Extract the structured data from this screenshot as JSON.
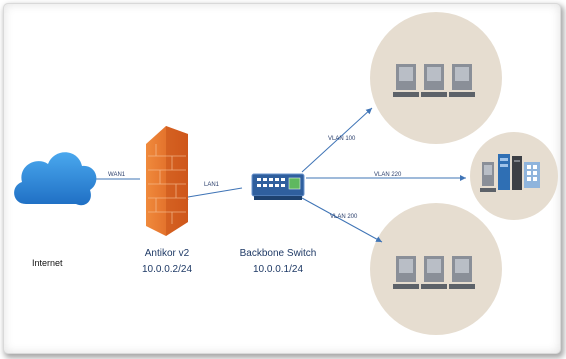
{
  "nodes": {
    "internet": {
      "label": "Internet",
      "edge_label": "WAN1"
    },
    "firewall": {
      "name": "Antikor v2",
      "ip": "10.0.0.2/24",
      "edge_label": "LAN1"
    },
    "switch": {
      "name": "Backbone Switch",
      "ip": "10.0.0.1/24"
    }
  },
  "vlans": {
    "top": "VLAN 100",
    "middle": "VLAN 220",
    "bottom": "VLAN 200"
  },
  "colors": {
    "cloud": "#2e86de",
    "firewall": "#e8732c",
    "switch": "#2f5f9e",
    "circle": "#e6ddd0",
    "line": "#3f74b6"
  }
}
